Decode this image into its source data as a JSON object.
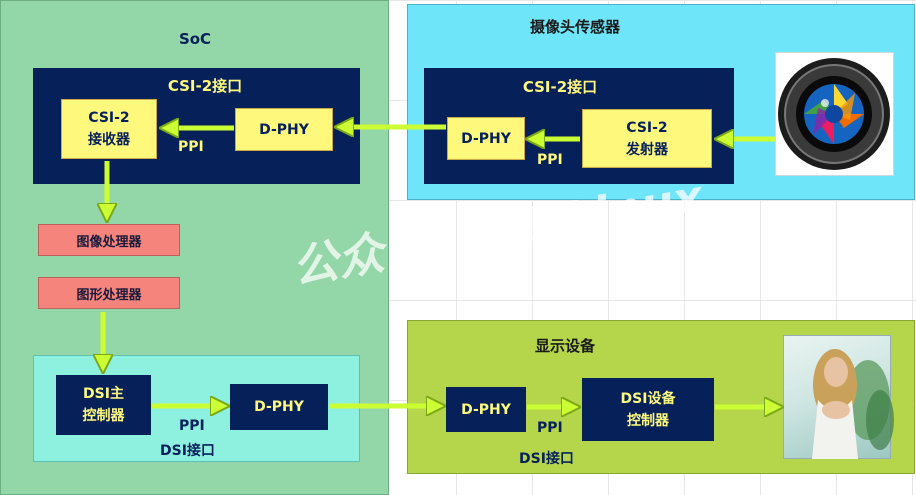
{
  "soc": {
    "title": "SoC",
    "csi_interface_title": "CSI-2接口",
    "csi_receiver_label": "CSI-2\n接收器",
    "csi_dphy_label": "D-PHY",
    "csi_ppi_label": "PPI",
    "image_processor_label": "图像处理器",
    "graphics_processor_label": "图形处理器",
    "dsi_master_label": "DSI主\n控制器",
    "dsi_dphy_label": "D-PHY",
    "dsi_ppi_label": "PPI",
    "dsi_interface_label": "DSI接口"
  },
  "camera": {
    "title": "摄像头传感器",
    "csi_interface_title": "CSI-2接口",
    "dphy_label": "D-PHY",
    "ppi_label": "PPI",
    "transmitter_label": "CSI-2\n发射器"
  },
  "display": {
    "title": "显示设备",
    "dphy_label": "D-PHY",
    "ppi_label": "PPI",
    "controller_label": "DSI设备\n控制器",
    "interface_label": "DSI接口"
  },
  "watermark": "公众号：一口Linux",
  "colors": {
    "soc_bg": "#93d6a7",
    "camera_bg": "#6fe5fa",
    "display_bg": "#b5d54a",
    "navy": "#06205a",
    "arrow": "#ccff33"
  }
}
